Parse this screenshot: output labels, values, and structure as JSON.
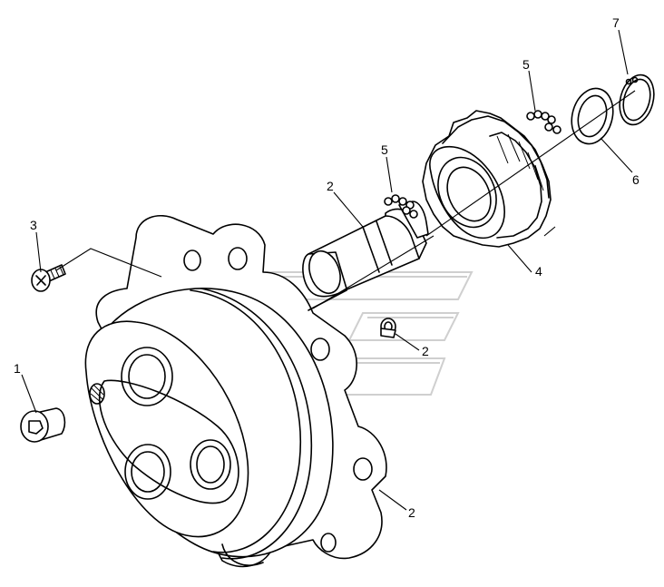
{
  "callouts": {
    "c1": "1",
    "c2_shaft": "2",
    "c2_screw": "2",
    "c2_housing": "2",
    "c3": "3",
    "c4": "4",
    "c5_left": "5",
    "c5_right": "5",
    "c6": "6",
    "c7": "7"
  }
}
